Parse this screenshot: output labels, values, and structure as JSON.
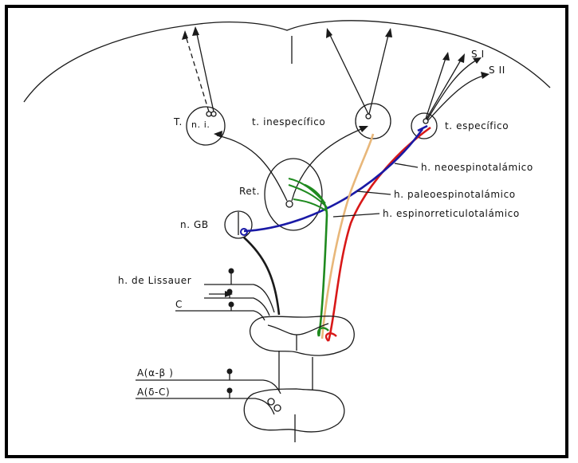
{
  "labels": {
    "s1": "S I",
    "s2": "S II",
    "t": "T.",
    "ni": "n. i.",
    "inespecifico": "t. inespecífico",
    "especifico": "t. específico",
    "neo": "h. neoespinotalámico",
    "paleo": "h. paleoespinotalámico",
    "espinorret": "h. espinorreticulotalámico",
    "ret": "Ret.",
    "ngb": "n. GB",
    "lissauer": "h. de Lissauer",
    "c": "C",
    "a_alpha_beta": "A(α-β )",
    "a_delta_c": "A(δ-C)"
  },
  "colors": {
    "neoespinotalamico": "#1a1aa6",
    "paleoespinotalamico": "#e8b77a",
    "espinorreticulotalamico": "#1f8a1f",
    "specific_red": "#d81818",
    "ink": "#1a1a1a",
    "border": "#000000"
  }
}
